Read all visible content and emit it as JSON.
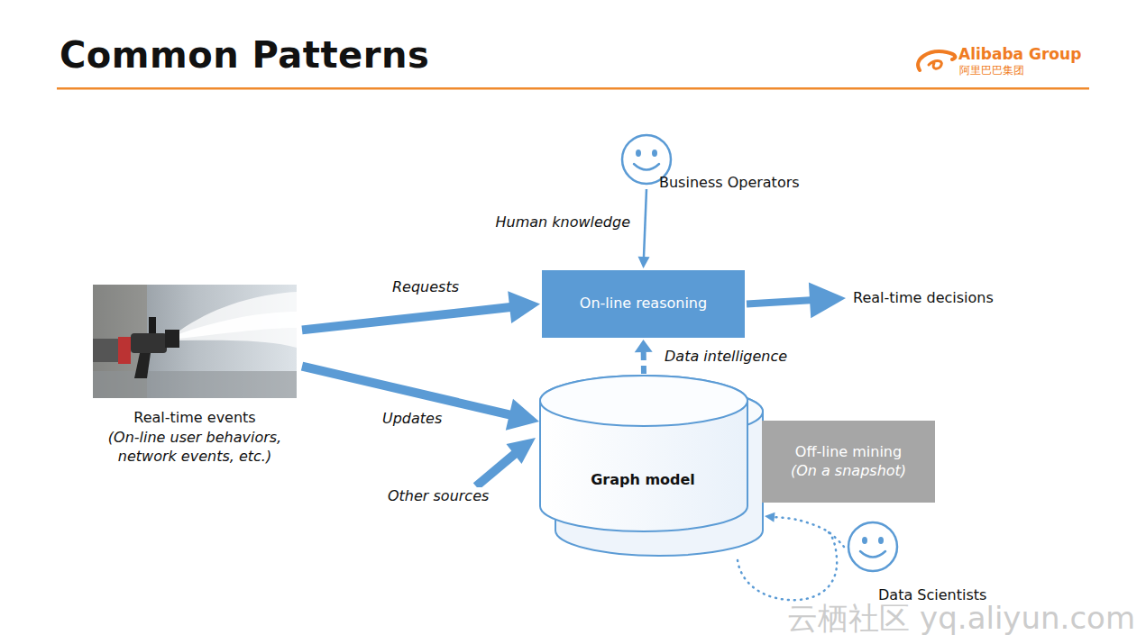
{
  "diagram": {
    "title": "Common Patterns",
    "nodes": [
      {
        "text": [
          "Real-time events",
          "(On-line user behaviors, network events, etc.)"
        ]
      },
      {
        "text": [
          "Business Operators"
        ]
      },
      {
        "text": [
          "On-line reasoning"
        ]
      },
      {
        "text": [
          "Real-time decisions"
        ]
      },
      {
        "text": [
          "Graph model"
        ]
      },
      {
        "text": [
          "Off-line mining",
          "(On a snapshot)"
        ]
      },
      {
        "text": [
          "Data Scientists"
        ]
      }
    ],
    "edges": [
      {
        "from": 0,
        "to": 2,
        "label": "Requests",
        "arrow": "to"
      },
      {
        "from": 0,
        "to": 4,
        "label": "Updates",
        "arrow": "to"
      },
      {
        "from": 1,
        "to": 2,
        "label": "Human knowledge",
        "arrow": "to"
      },
      {
        "from": 2,
        "to": 3,
        "arrow": "to"
      },
      {
        "from": 4,
        "to": 2,
        "label": "Data intelligence",
        "arrow": "to"
      },
      {
        "from": 6,
        "to": 4,
        "arrow": "to"
      }
    ],
    "labels": [
      "Alibaba Group",
      "阿里巴巴集团",
      "Other sources",
      "云栖社区 yq.aliyun.com"
    ]
  }
}
